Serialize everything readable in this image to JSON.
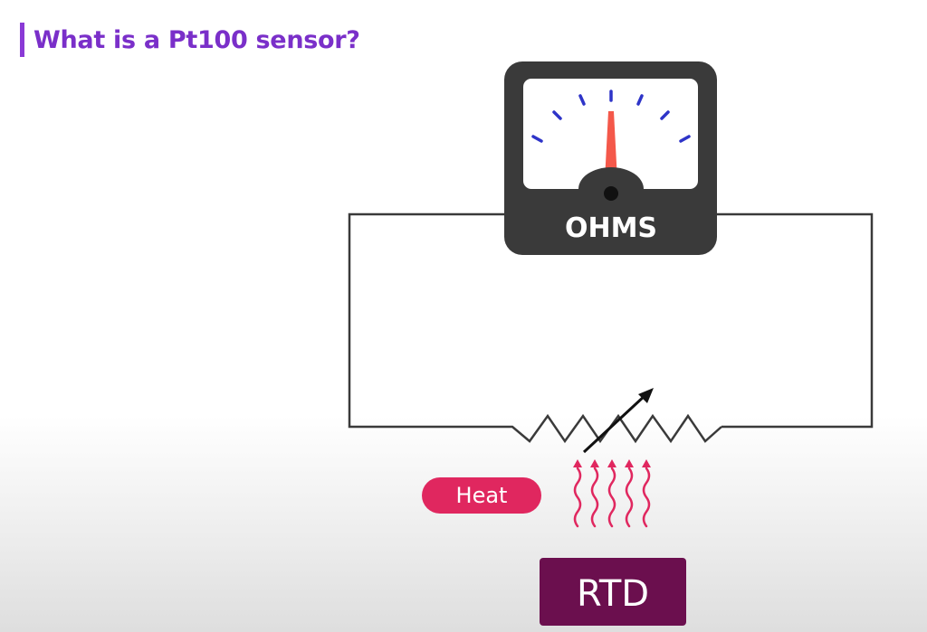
{
  "title": "What is a Pt100 sensor?",
  "meter": {
    "label": "OHMS"
  },
  "heat": {
    "label": "Heat"
  },
  "rtd": {
    "label": "RTD"
  },
  "icons": {
    "meter": "ohmmeter-icon",
    "resistor": "variable-resistor-icon",
    "heat": "heat-waves-icon"
  },
  "colors": {
    "title": "#7a2fc9",
    "title_bar": "#8a3ad6",
    "meter_body": "#3a3a3a",
    "meter_ticks": "#2e34c8",
    "needle": "#f4584a",
    "wire": "#3a3a3a",
    "heat": "#e0275f",
    "rtd_box": "#6b0f4e"
  }
}
